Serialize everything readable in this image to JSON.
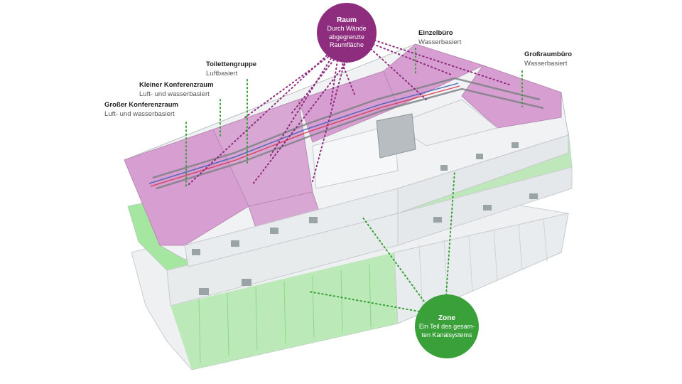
{
  "colors": {
    "raum": "#8e2c7e",
    "zone": "#3aa13a",
    "raum_fill": "#d79ed1",
    "zone_fill": "#8fd98a"
  },
  "raum": {
    "title": "Raum",
    "line1": "Durch Wände",
    "line2": "abgegrenzte",
    "line3": "Raumfläche"
  },
  "zone": {
    "title": "Zone",
    "line1": "Ein Teil des gesam-",
    "line2": "ten Kanalsystems"
  },
  "labels": {
    "grosser_konferenzraum": {
      "title": "Großer Konferenzraum",
      "sub": "Luft- und wasserbasiert"
    },
    "kleiner_konferenzraum": {
      "title": "Kleiner Konferenzraum",
      "sub": "Luft- und wasserbasiert"
    },
    "toilettengruppe": {
      "title": "Toilettengruppe",
      "sub": "Luftbasiert"
    },
    "einzelbuero": {
      "title": "Einzelbüro",
      "sub": "Wasserbasiert"
    },
    "grossraumbuero": {
      "title": "Großraumbüro",
      "sub": "Wasserbasiert"
    }
  }
}
